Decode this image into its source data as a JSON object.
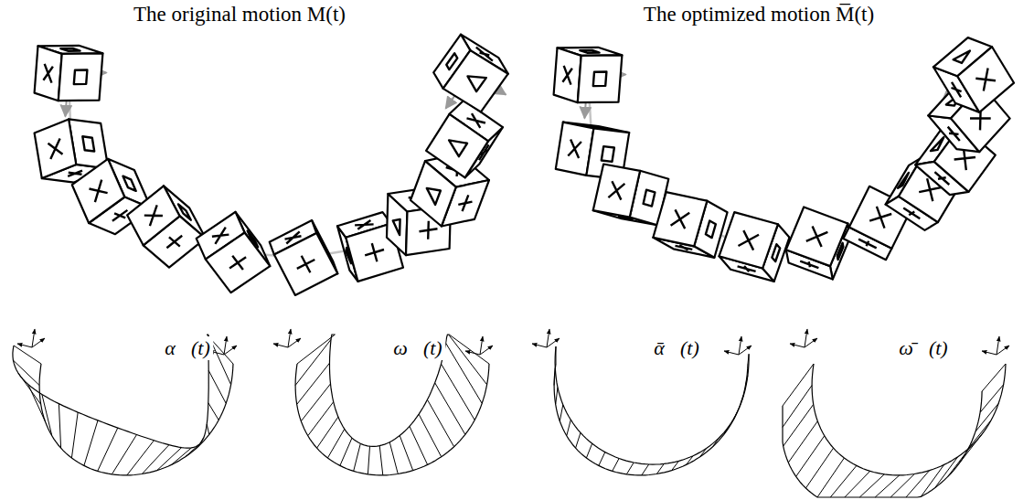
{
  "diagram": {
    "labels": [
      "The original motion M(t)",
      "The optimized motion M̅(t)",
      "α⃗(t)",
      "ω⃗(t)",
      "ᾱ⃗(t)",
      "ω̄⃗(t)"
    ]
  }
}
